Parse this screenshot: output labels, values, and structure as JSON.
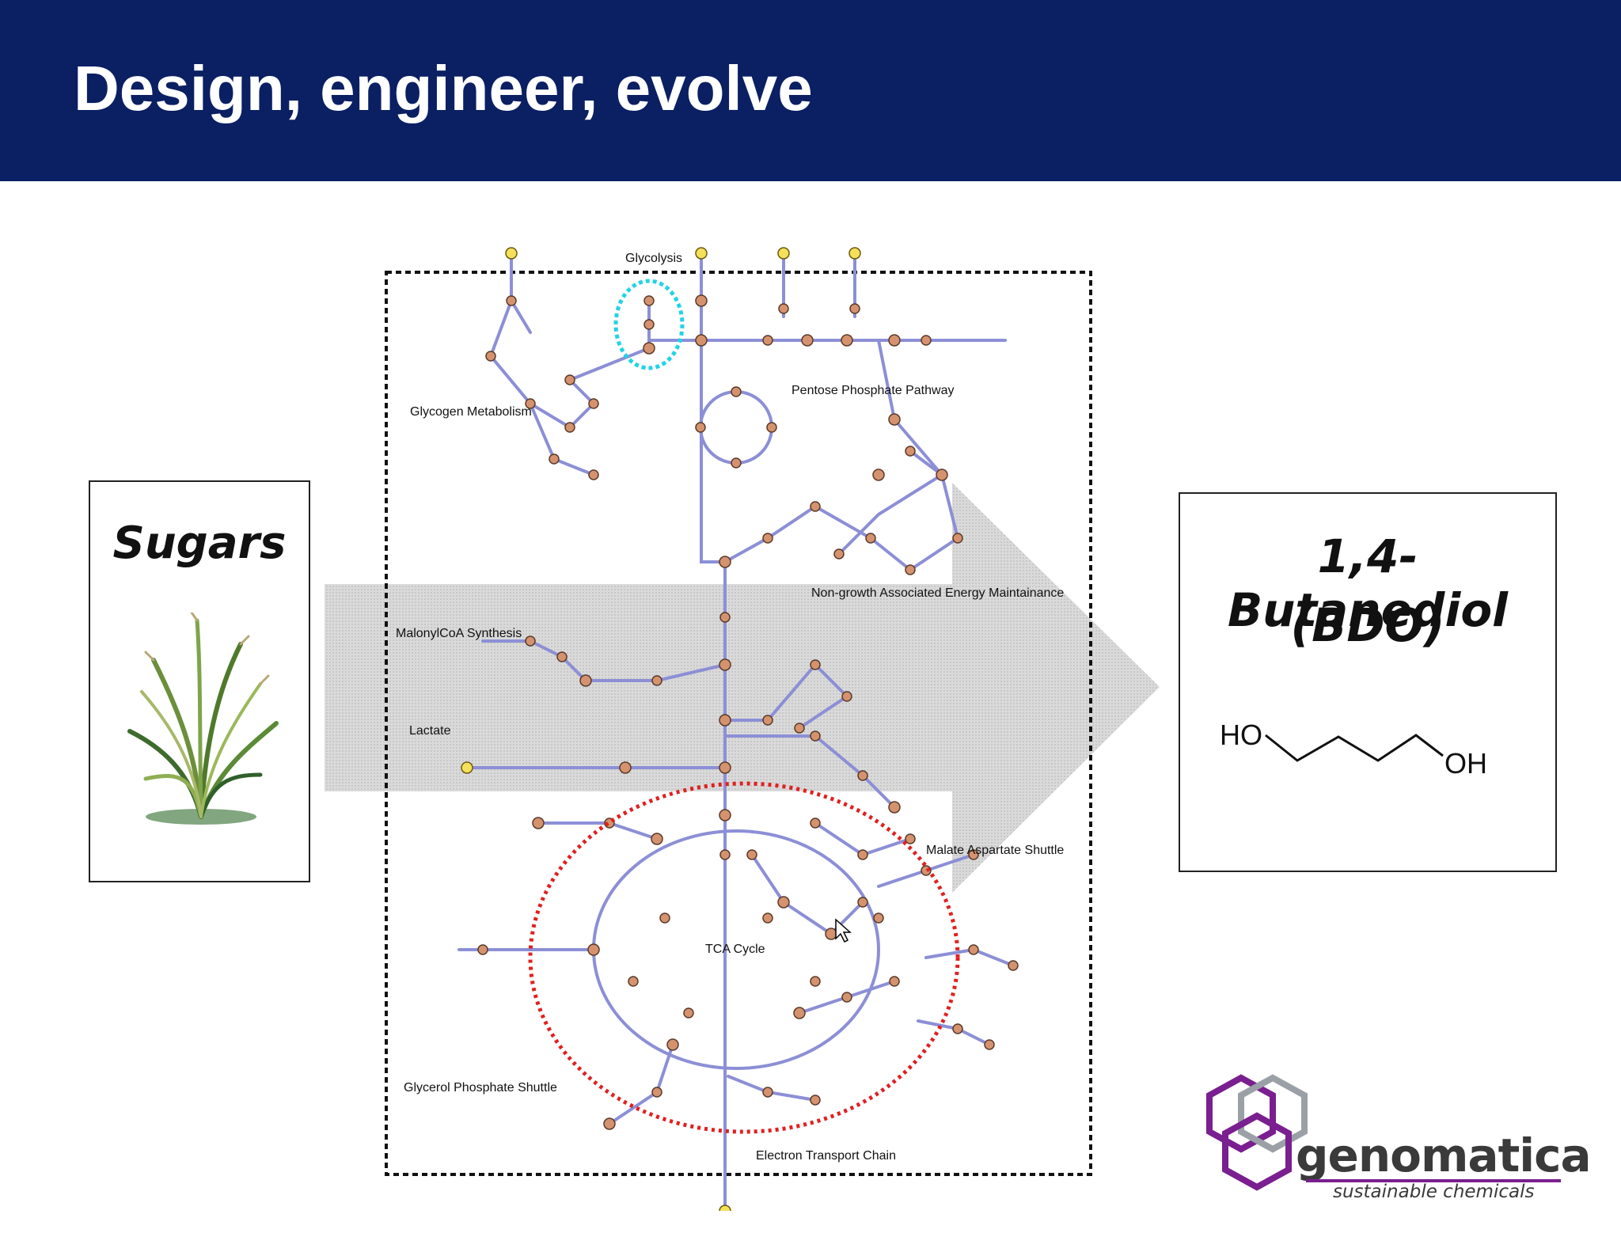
{
  "header": {
    "title": "Design, engineer, evolve",
    "bg_color": "#0b1f63"
  },
  "left_box": {
    "label": "Sugars",
    "image": "grass-plant-icon"
  },
  "right_box": {
    "line1": "1,4-Butanediol",
    "line2": "(BDO)",
    "molecule": {
      "ho": "HO",
      "oh": "OH"
    }
  },
  "network": {
    "labels": {
      "glycolysis": "Glycolysis",
      "pentose": "Pentose Phosphate Pathway",
      "glycogen": "Glycogen Metabolism",
      "nonGrowth": "Non-growth Associated Energy Maintainance",
      "malonyl": "MalonylCoA Synthesis",
      "lactate": "Lactate",
      "malate": "Malate Aspartate Shuttle",
      "tca": "TCA Cycle",
      "glycerol": "Glycerol Phosphate Shuttle",
      "electron": "Electron Transport Chain"
    },
    "highlight_colors": {
      "glycolysis_ring": "#22d3e6",
      "tca_ring": "#e02020",
      "node": "#d4936e",
      "edge": "#8c8fd6"
    }
  },
  "logo": {
    "name": "genomatica",
    "tagline": "sustainable chemicals",
    "accent": "#7a1f8f"
  }
}
